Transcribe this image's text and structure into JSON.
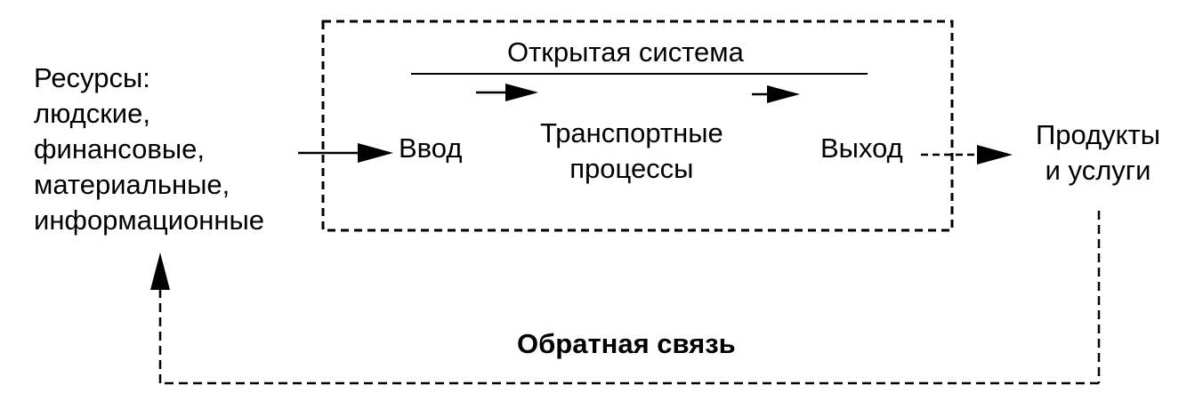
{
  "diagram": {
    "title": "Открытая система",
    "resources": {
      "heading": "Ресурсы:",
      "items": [
        "людские,",
        "финансовые,",
        "материальные,",
        "информационные"
      ]
    },
    "input": "Ввод",
    "process": {
      "line1": "Транспортные",
      "line2": "процессы"
    },
    "output": "Выход",
    "products": {
      "line1": "Продукты",
      "line2": "и услуги"
    },
    "feedback": "Обратная связь"
  }
}
